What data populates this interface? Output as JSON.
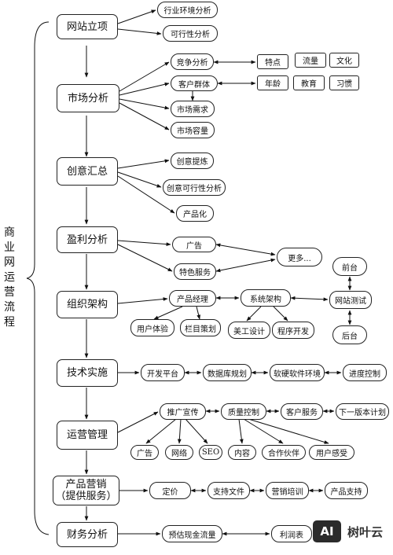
{
  "title": "商业网运营流程",
  "stages": [
    "网站立项",
    "市场分析",
    "创意汇总",
    "盈利分析",
    "组织架构",
    "技术实施",
    "运营管理",
    "产品营销\n（提供服务）",
    "财务分析"
  ],
  "site_setup": {
    "items": [
      "行业环境分析",
      "可行性分析"
    ]
  },
  "market": {
    "items": [
      "竞争分析",
      "客户群体",
      "市场需求",
      "市场容量"
    ],
    "competition_tags": [
      "特点",
      "流量",
      "文化"
    ],
    "customer_tags": [
      "年龄",
      "教育",
      "习惯"
    ]
  },
  "idea": {
    "items": [
      "创意提炼",
      "创意可行性分析",
      "产品化"
    ]
  },
  "profit": {
    "items": [
      "广告",
      "特色服务"
    ],
    "more": "更多..."
  },
  "org": {
    "product_manager": "产品经理",
    "system_arch": "系统架构",
    "site_test": "网站测试",
    "frontend": "前台",
    "backend": "后台",
    "ux": "用户体验",
    "column_plan": "栏目策划",
    "art_design": "美工设计",
    "program_dev": "程序开发"
  },
  "tech": {
    "items": [
      "开发平台",
      "数据库规划",
      "软硬软件环境",
      "进度控制"
    ]
  },
  "ops": {
    "promotion": "推广宣传",
    "quality": "质量控制",
    "customer_service": "客户服务",
    "next_plan": "下一版本计划",
    "promo_items": [
      "广告",
      "网络",
      "SEO"
    ],
    "quality_items": [
      "内容",
      "合作伙伴",
      "用户感受"
    ]
  },
  "marketing": {
    "items": [
      "定价",
      "支持文件",
      "营销培训",
      "产品支持"
    ]
  },
  "finance": {
    "items": [
      "预估现金流量",
      "利润表"
    ]
  },
  "logo": {
    "mark": "AI",
    "text": "树叶云"
  }
}
